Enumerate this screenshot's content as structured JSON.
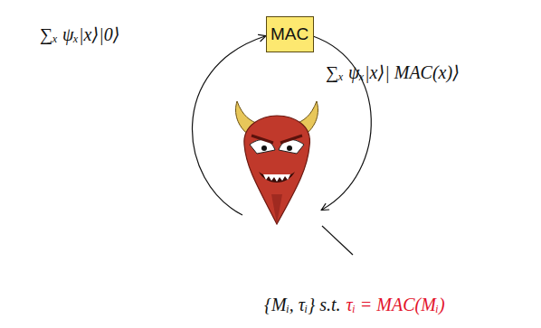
{
  "diagram": {
    "nodes": [
      {
        "text": [
          "MAC"
        ]
      }
    ],
    "labels": [
      "∑ₓ ψₓ|x⟩|0⟩",
      "∑ₓ ψₓ|x⟩| MAC(x)⟩",
      "{Mᵢ, τᵢ} s.t.",
      "τᵢ = MAC(Mᵢ)"
    ]
  }
}
